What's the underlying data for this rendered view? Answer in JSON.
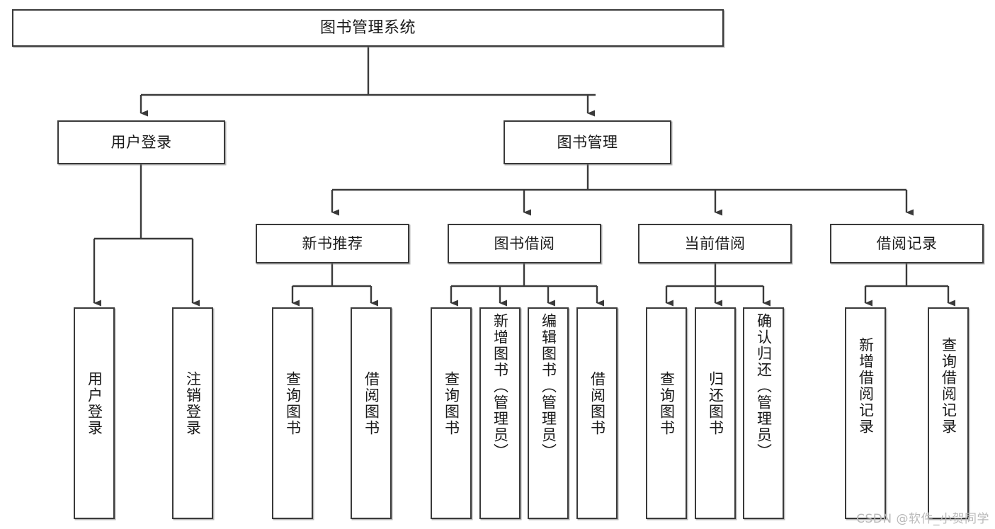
{
  "diagram": {
    "title": "图书管理系统",
    "type": "tree",
    "watermark": "CSDN @软件_小贺同学",
    "colors": {
      "stroke": "#3a3a3a",
      "fill": "#ffffff",
      "text": "#1a1a1a",
      "watermark": "#b9b9b9"
    },
    "nodes": {
      "root": {
        "label": "图书管理系统",
        "orientation": "horizontal"
      },
      "level2": [
        {
          "id": "user-login",
          "label": "用户登录",
          "orientation": "horizontal"
        },
        {
          "id": "book-management",
          "label": "图书管理",
          "orientation": "horizontal"
        }
      ],
      "level3": [
        {
          "id": "new-book-recommend",
          "label": "新书推荐",
          "orientation": "horizontal"
        },
        {
          "id": "book-borrow",
          "label": "图书借阅",
          "orientation": "horizontal"
        },
        {
          "id": "current-borrow",
          "label": "当前借阅",
          "orientation": "horizontal"
        },
        {
          "id": "borrow-record",
          "label": "借阅记录",
          "orientation": "horizontal"
        }
      ],
      "leaves": {
        "user_login": [
          {
            "id": "leaf-user-login",
            "label": "用户登录",
            "orientation": "vertical"
          },
          {
            "id": "leaf-logout",
            "label": "注销登录",
            "orientation": "vertical"
          }
        ],
        "new_book_recommend": [
          {
            "id": "leaf-query-book-1",
            "label": "查询图书",
            "orientation": "vertical"
          },
          {
            "id": "leaf-borrow-book-1",
            "label": "借阅图书",
            "orientation": "vertical"
          }
        ],
        "book_borrow": [
          {
            "id": "leaf-query-book-2",
            "label": "查询图书",
            "orientation": "vertical"
          },
          {
            "id": "leaf-add-book",
            "label": "新增图书（管理员）",
            "orientation": "vertical"
          },
          {
            "id": "leaf-edit-book",
            "label": "编辑图书（管理员）",
            "orientation": "vertical"
          },
          {
            "id": "leaf-borrow-book-2",
            "label": "借阅图书",
            "orientation": "vertical"
          }
        ],
        "current_borrow": [
          {
            "id": "leaf-query-book-3",
            "label": "查询图书",
            "orientation": "vertical"
          },
          {
            "id": "leaf-return-book",
            "label": "归还图书",
            "orientation": "vertical"
          },
          {
            "id": "leaf-confirm-return",
            "label": "确认归还（管理员）",
            "orientation": "vertical"
          }
        ],
        "borrow_record": [
          {
            "id": "leaf-add-record",
            "label": "新增借阅记录",
            "orientation": "vertical"
          },
          {
            "id": "leaf-query-record",
            "label": "查询借阅记录",
            "orientation": "vertical"
          }
        ]
      }
    }
  }
}
